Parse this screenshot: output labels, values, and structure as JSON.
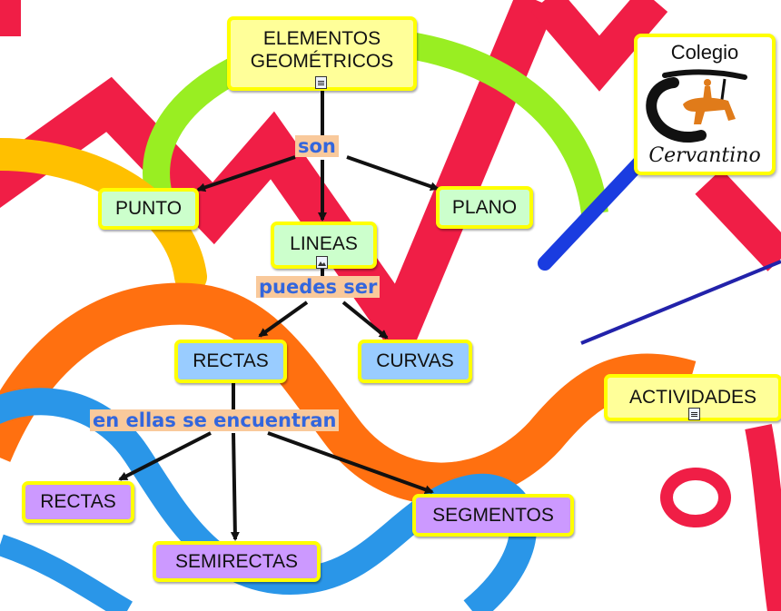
{
  "colors": {
    "node_border": "#ffff00",
    "root_fill": "#ffff99",
    "level1_fill": "#ccffcc",
    "level2_fill": "#99ccff",
    "level3_fill": "#cc99ff",
    "link_label_bg": "#f9c99b",
    "link_label_text": "#3366dd"
  },
  "nodes": {
    "root": {
      "line1": "ELEMENTOS",
      "line2": "GEOMÉTRICOS"
    },
    "punto": "PUNTO",
    "lineas": "LINEAS",
    "plano": "PLANO",
    "rectas": "RECTAS",
    "curvas": "CURVAS",
    "rectas2": "RECTAS",
    "semirectas": "SEMIRECTAS",
    "segmentos": "SEGMENTOS",
    "actividades": "ACTIVIDADES"
  },
  "link_labels": {
    "son": "son",
    "puedes_ser": "puedes ser",
    "en_ellas": "en ellas se encuentran"
  },
  "logo": {
    "top": "Colegio",
    "bottom": "Cervantino"
  },
  "icons": [
    "note-icon",
    "image-icon",
    "note-icon"
  ]
}
